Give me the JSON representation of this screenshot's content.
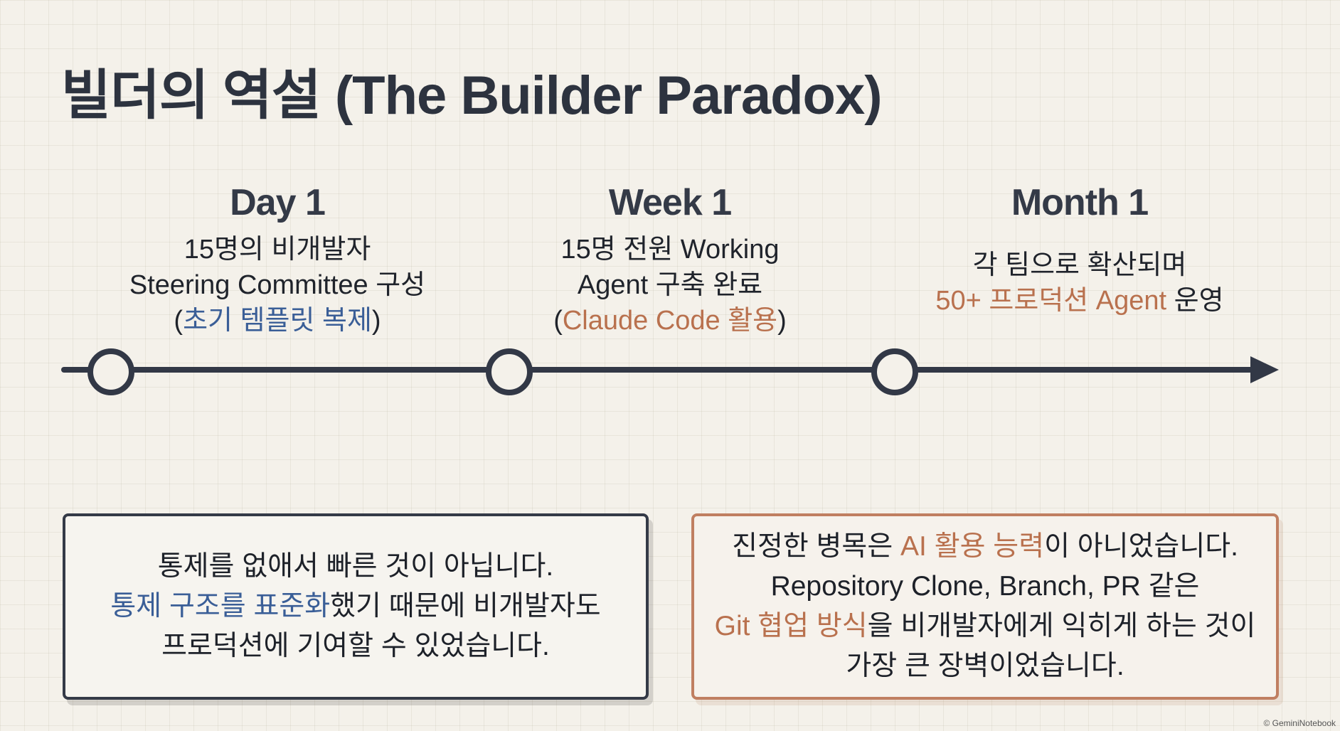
{
  "title": "빌더의 역설 (The Builder Paradox)",
  "timeline": {
    "stages": [
      {
        "label": "Day 1",
        "line1": "15명의 비개발자",
        "line2": "Steering Committee 구성",
        "line3_open": "(",
        "line3_highlight": "초기 템플릿 복제",
        "line3_close": ")"
      },
      {
        "label": "Week 1",
        "line1": "15명 전원 Working",
        "line2": "Agent 구축 완료",
        "line3_open": "(",
        "line3_highlight": "Claude Code 활용",
        "line3_close": ")"
      },
      {
        "label": "Month 1",
        "line1": "각 팀으로 확산되며",
        "line2_highlight": "50+ 프로덕션 Agent",
        "line2_rest": " 운영"
      }
    ]
  },
  "cards": {
    "left": {
      "line1": "통제를 없애서 빠른 것이 아닙니다.",
      "line2_highlight": "통제 구조를 표준화",
      "line2_rest": "했기 때문에 비개발자도",
      "line3": "프로덕션에 기여할 수 있었습니다."
    },
    "right": {
      "line1_start": "진정한 병목은 ",
      "line1_highlight": "AI 활용 능력",
      "line1_end": "이 아니었습니다.",
      "line2": "Repository Clone, Branch, PR 같은",
      "line3_highlight": "Git 협업 방식",
      "line3_rest": "을 비개발자에게 익히게 하는 것이",
      "line4": "가장 큰 장벽이었습니다."
    }
  },
  "colors": {
    "blue_highlight": "#3a5e97",
    "orange_highlight": "#b9714e",
    "dark": "#323846",
    "background": "#f4f1ea"
  },
  "watermark": "© GeminiNotebook"
}
